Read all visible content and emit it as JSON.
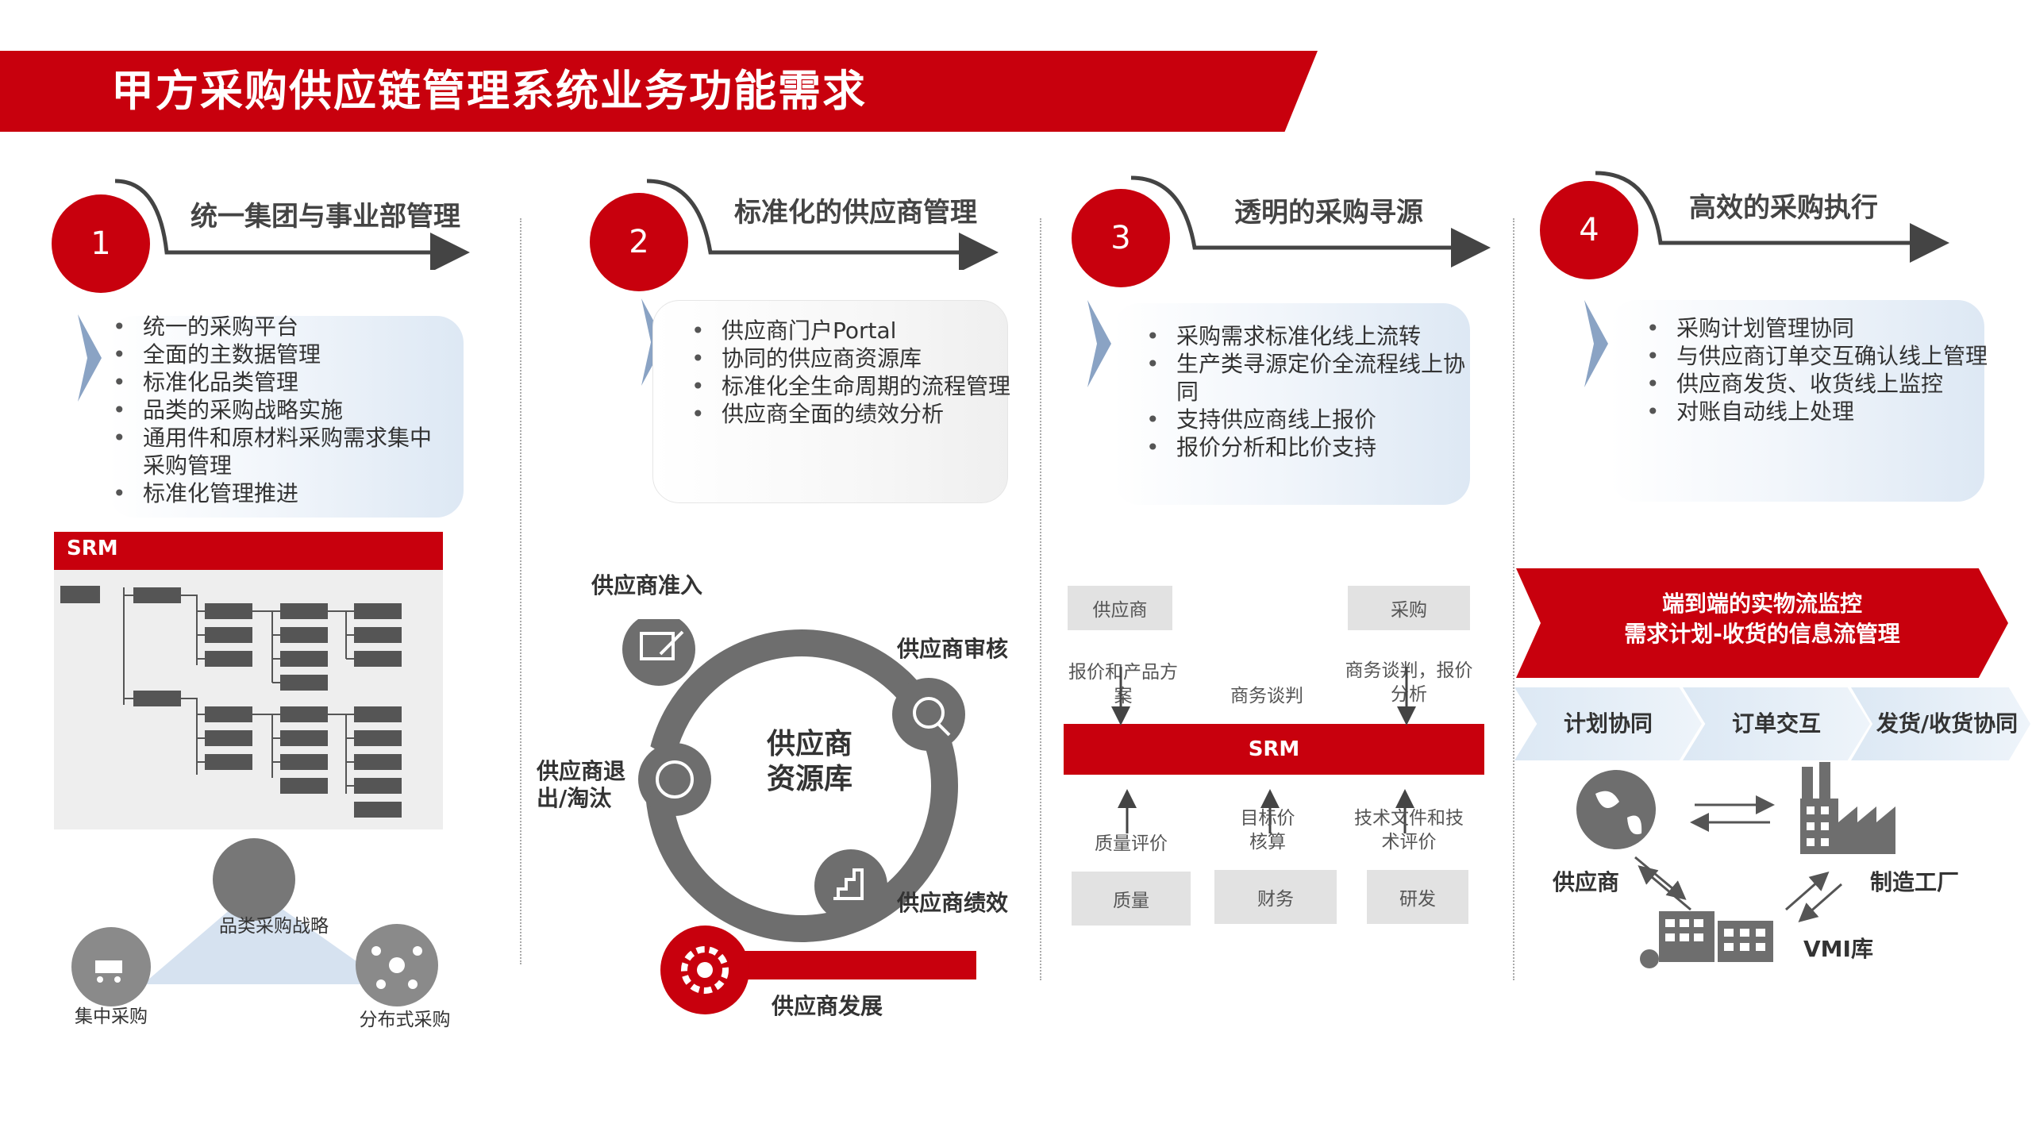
{
  "title": "甲方采购供应链管理系统业务功能需求",
  "sections": [
    {
      "num": "1",
      "title": "统一集团与事业部管理",
      "bullets": [
        "统一的采购平台",
        "全面的主数据管理",
        "标准化品类管理",
        "品类的采购战略实施",
        "通用件和原材料采购需求集中采购管理",
        "标准化管理推进"
      ]
    },
    {
      "num": "2",
      "title": "标准化的供应商管理",
      "bullets": [
        "供应商门户Portal",
        "协同的供应商资源库",
        "标准化全生命周期的流程管理",
        "供应商全面的绩效分析"
      ]
    },
    {
      "num": "3",
      "title": "透明的采购寻源",
      "bullets": [
        "采购需求标准化线上流转",
        "生产类寻源定价全流程线上协同",
        "支持供应商线上报价",
        "报价分析和比价支持"
      ]
    },
    {
      "num": "4",
      "title": "高效的采购执行",
      "bullets": [
        "采购计划管理协同",
        "与供应商订单交互确认线上管理",
        "供应商发货、收货线上监控",
        "对账自动线上处理"
      ]
    }
  ],
  "srm_panel": {
    "header": "SRM",
    "strategy": "品类采购战略",
    "central": "集中采购",
    "distributed": "分布式采购"
  },
  "supplier_cycle": {
    "center": "供应商资源库",
    "access": "供应商准入",
    "audit": "供应商审核",
    "exit": "供应商退出/淘汰",
    "performance": "供应商绩效",
    "development": "供应商发展"
  },
  "sourcing": {
    "supplier": "供应商",
    "purchase": "采购",
    "quote_label": "报价和产品方案",
    "negotiate_label": "商务谈判",
    "biz_label": "商务谈判，报价分析",
    "srm": "SRM",
    "quality_eval": "质量评价",
    "target_price": "目标价核算",
    "tech_eval": "技术文件和技术评价",
    "quality": "质量",
    "finance": "财务",
    "rd": "研发"
  },
  "execution": {
    "banner_line1": "端到端的实物流监控",
    "banner_line2": "需求计划-收货的信息流管理",
    "flow": [
      "计划协同",
      "订单交互",
      "发货/收货协同"
    ],
    "supplier": "供应商",
    "factory": "制造工厂",
    "vmi": "VMI库"
  },
  "colors": {
    "brand_red": "#c8000d",
    "gray": "#6e6e6e"
  }
}
